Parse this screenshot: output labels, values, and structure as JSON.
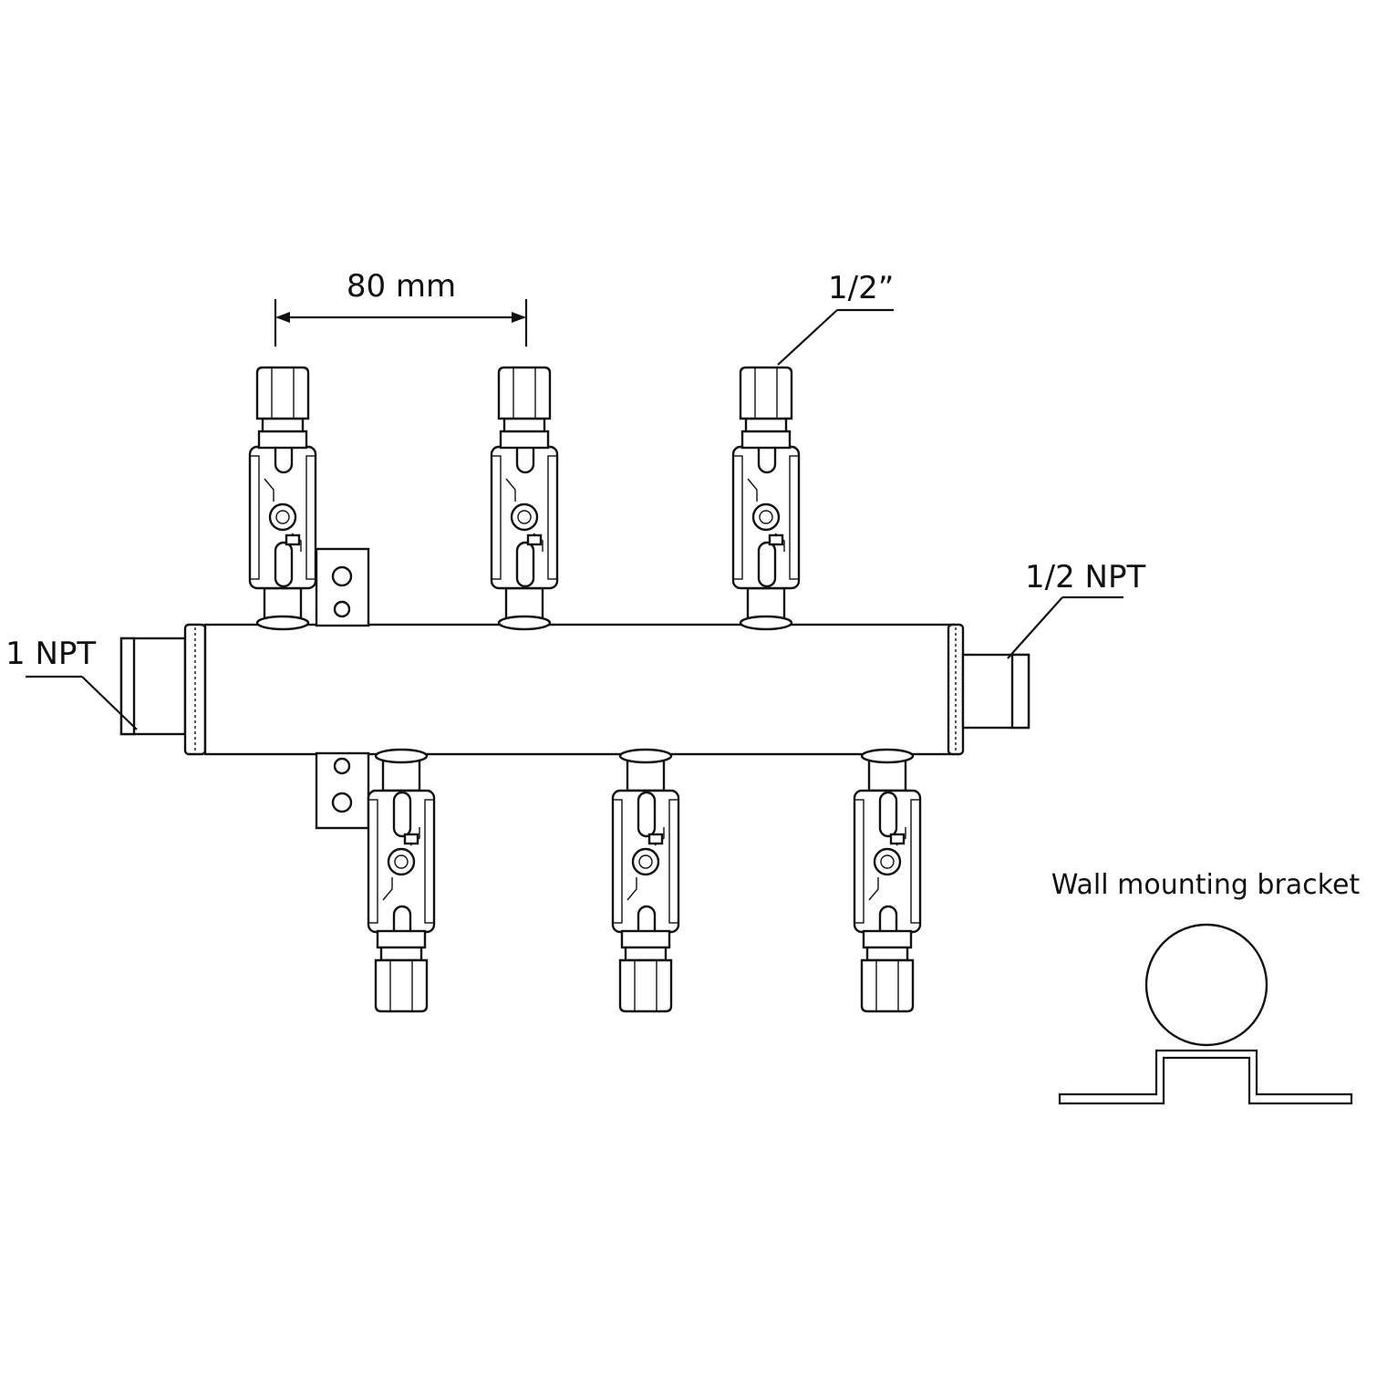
{
  "labels": {
    "spacing": "80 mm",
    "outlet_size": "1/2”",
    "outlet_npt": "1/2 NPT",
    "inlet_npt": "1 NPT",
    "bracket_caption": "Wall mounting bracket"
  },
  "valves": {
    "top_count": 3,
    "bottom_count": 3
  },
  "colors": {
    "line": "#111111",
    "background": "#ffffff"
  }
}
